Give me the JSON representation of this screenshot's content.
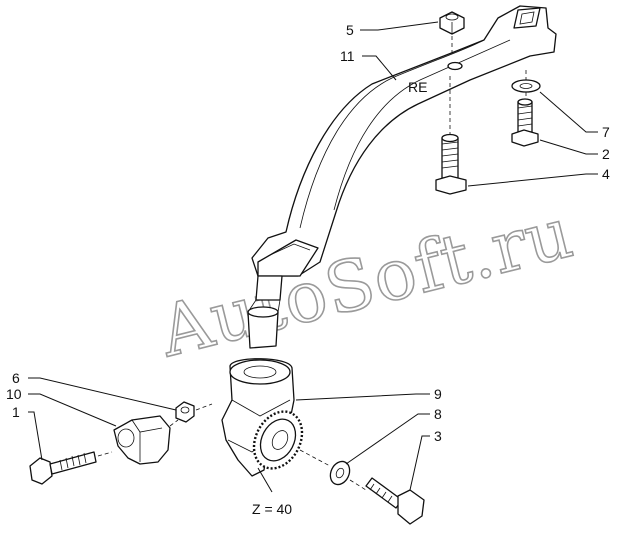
{
  "diagram": {
    "callouts": [
      {
        "id": "c1",
        "text": "1"
      },
      {
        "id": "c2",
        "text": "2"
      },
      {
        "id": "c3",
        "text": "3"
      },
      {
        "id": "c4",
        "text": "4"
      },
      {
        "id": "c5",
        "text": "5"
      },
      {
        "id": "c6",
        "text": "6"
      },
      {
        "id": "c7",
        "text": "7"
      },
      {
        "id": "c8",
        "text": "8"
      },
      {
        "id": "c9",
        "text": "9"
      },
      {
        "id": "c10",
        "text": "10"
      },
      {
        "id": "c11",
        "text": "11"
      }
    ],
    "arm_marking": "RE",
    "gear_teeth_note": "Z = 40",
    "watermark": "AutoSoft.ru"
  }
}
